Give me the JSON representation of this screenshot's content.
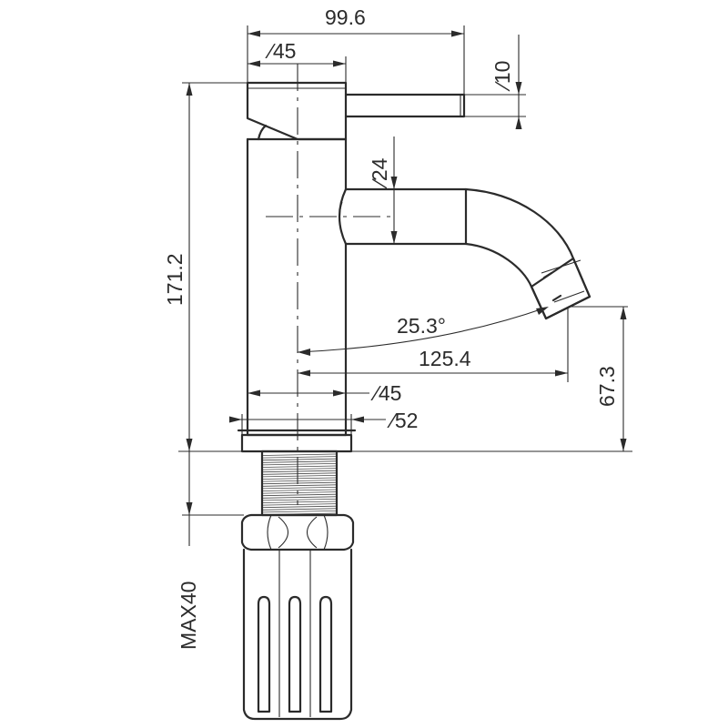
{
  "dimensions": {
    "overall_length": "99.6",
    "handle_diameter": "∕45",
    "lever_diameter": "∕10",
    "spout_diameter": "∕24",
    "total_height": "171.2",
    "spout_angle": "25.3°",
    "spout_reach": "125.4",
    "spout_height": "67.3",
    "body_diameter": "∕45",
    "base_diameter": "∕52",
    "max_counter_thickness": "MAX40"
  },
  "colors": {
    "line": "#2b2b2b",
    "background": "#ffffff"
  }
}
